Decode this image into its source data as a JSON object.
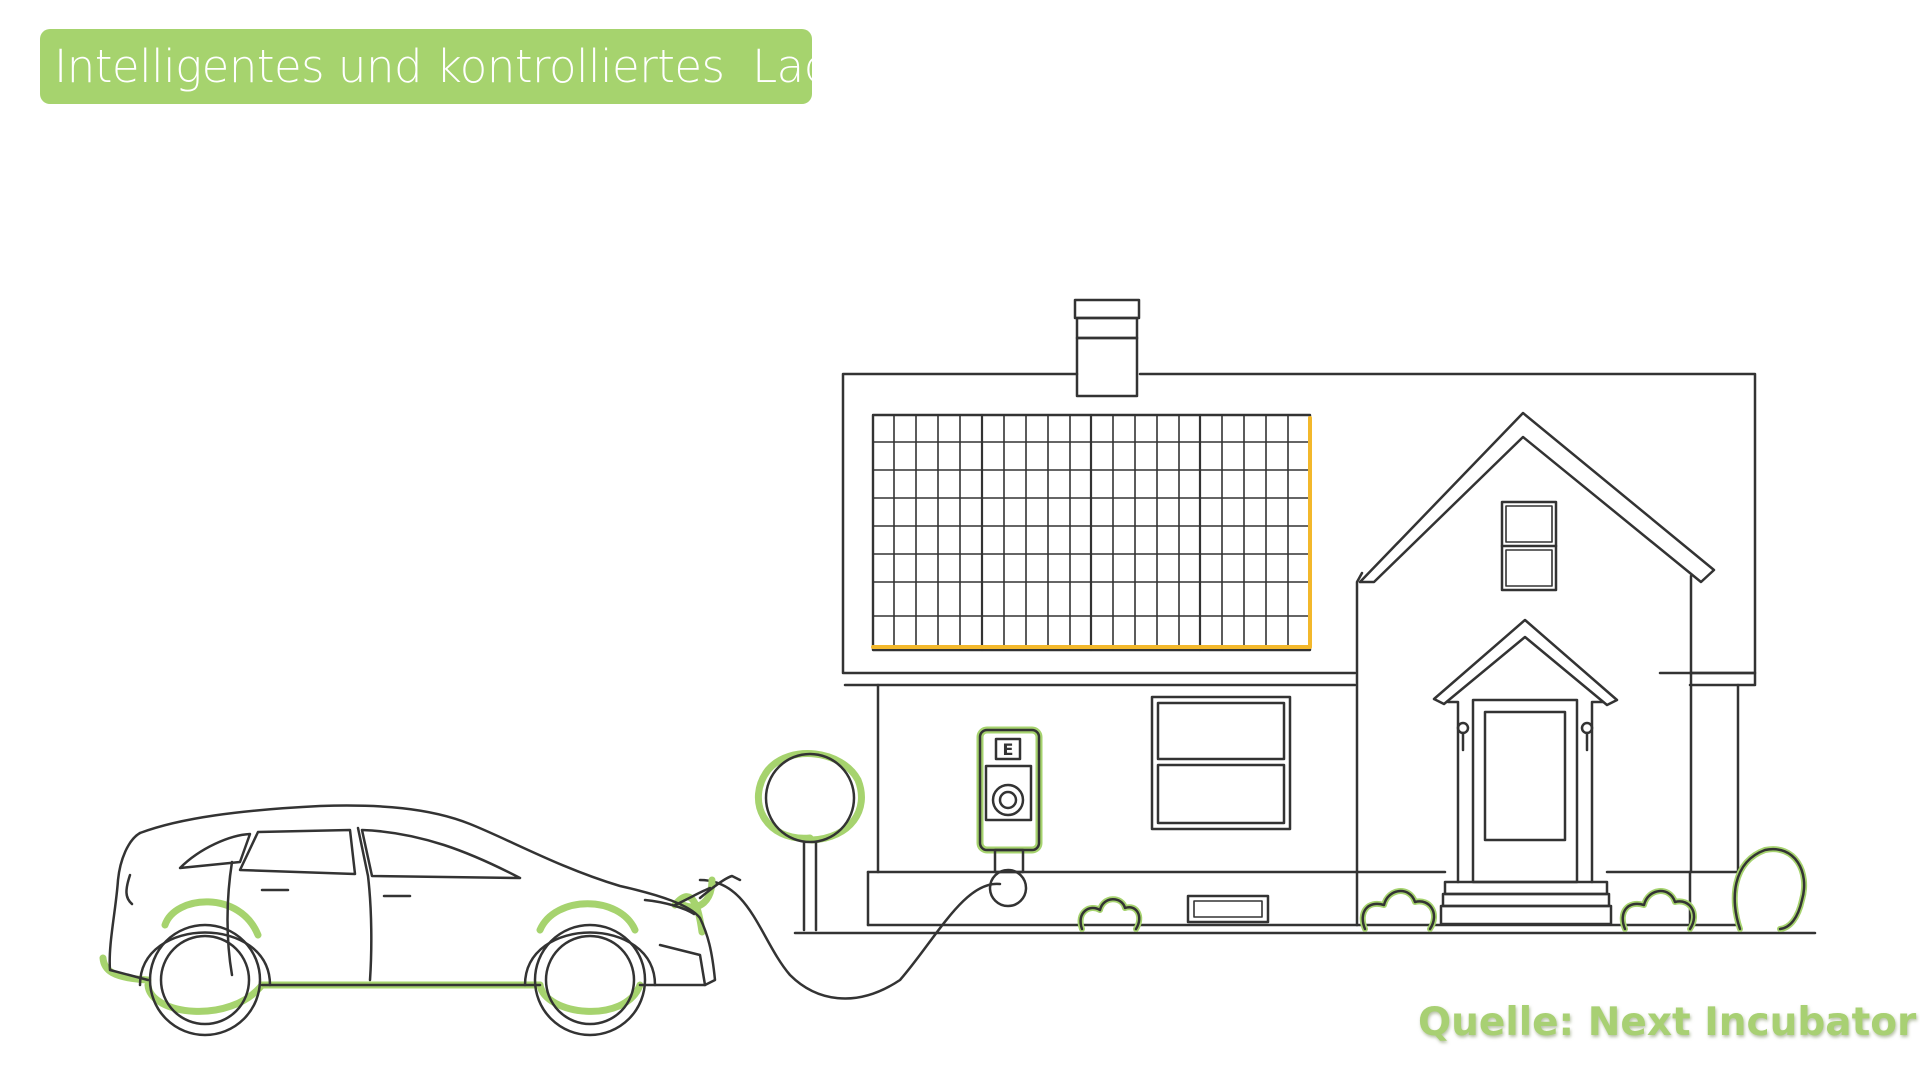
{
  "title": "Intelligentes und kontrolliertes  Laden",
  "source": "Quelle: Next Incubator",
  "charger_label": "E",
  "colors": {
    "accent_green": "#a6d36e",
    "solar_highlight": "#f3b82b",
    "line": "#333333"
  }
}
